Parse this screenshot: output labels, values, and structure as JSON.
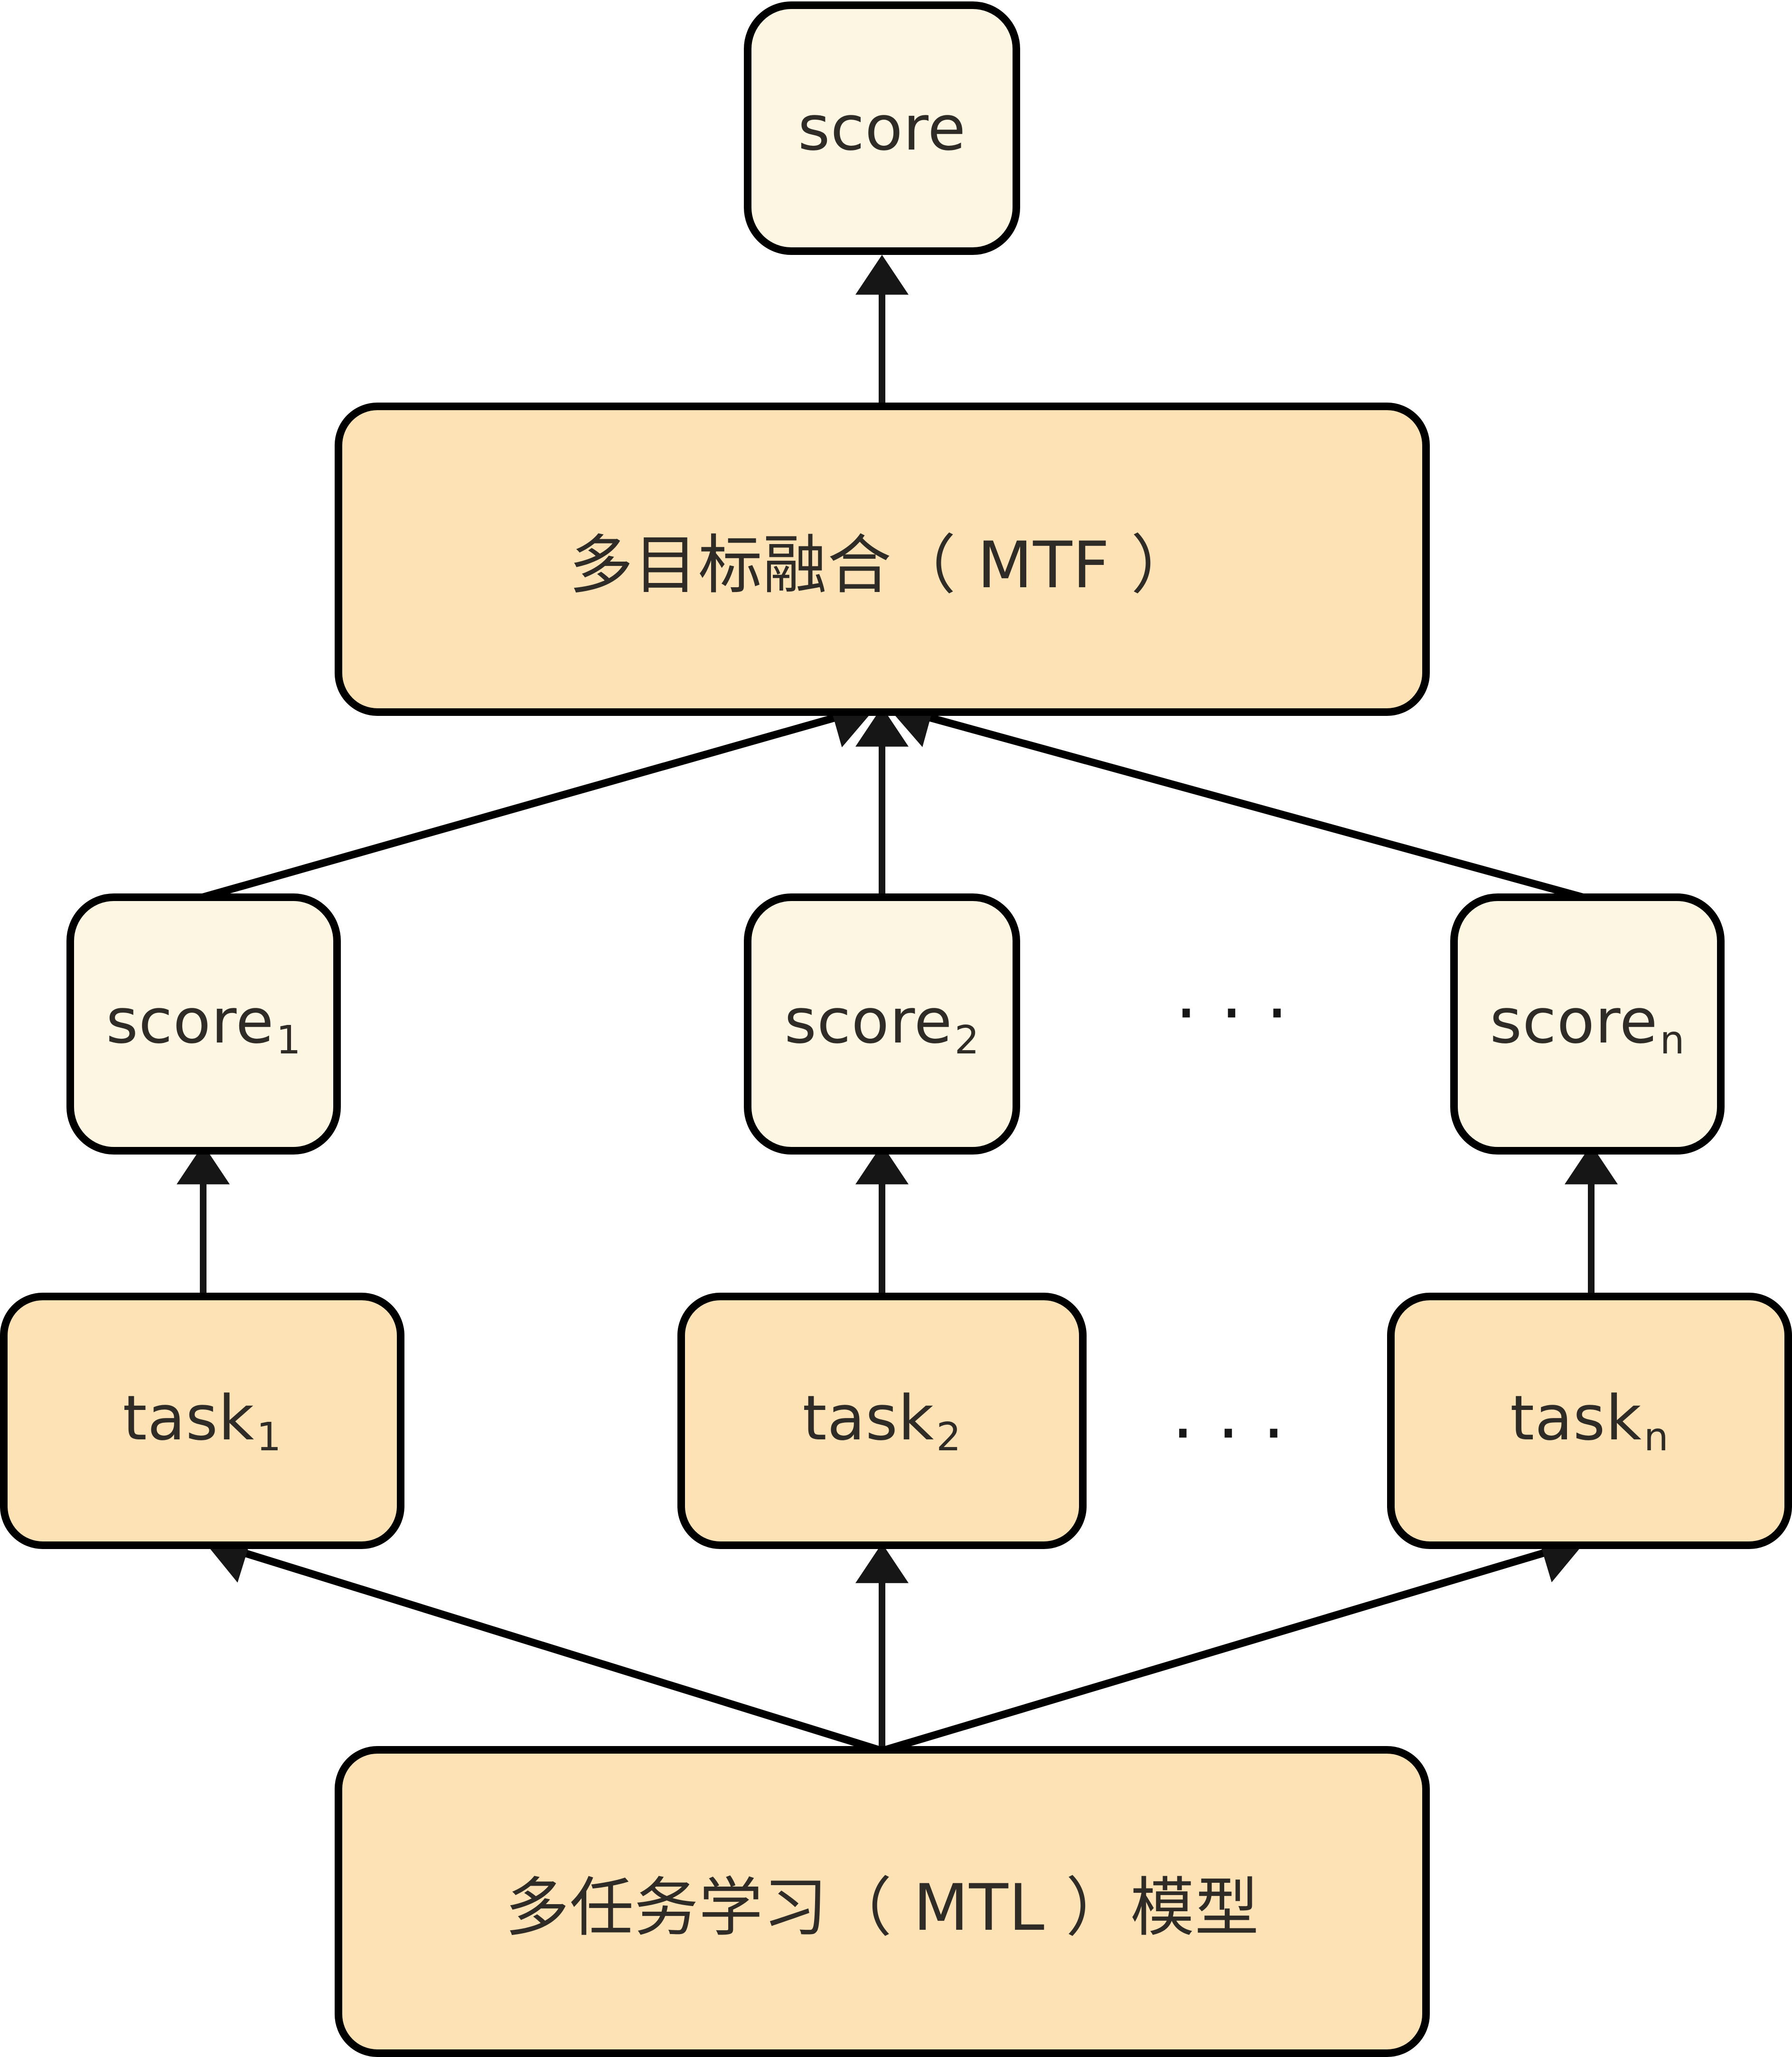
{
  "diagram": {
    "title": "MTL + MTF scoring pipeline",
    "colors": {
      "score_fill": "#fdf6e2",
      "task_fill": "#fde2b5",
      "border": "#000000",
      "text": "#2f2b26",
      "arrow": "#161616"
    },
    "final_score": {
      "label": "score"
    },
    "mtf": {
      "label": "多目标融合（ MTF ）"
    },
    "scores": [
      {
        "base": "score",
        "sub": "1"
      },
      {
        "base": "score",
        "sub": "2"
      },
      {
        "base": "score",
        "sub": "n"
      }
    ],
    "tasks": [
      {
        "base": "task",
        "sub": "1"
      },
      {
        "base": "task",
        "sub": "2"
      },
      {
        "base": "task",
        "sub": "n"
      }
    ],
    "ellipsis": "···",
    "mtl": {
      "label": "多任务学习（ MTL ）模型"
    },
    "edges": [
      {
        "from": "mtl",
        "to": "task1"
      },
      {
        "from": "mtl",
        "to": "task2"
      },
      {
        "from": "mtl",
        "to": "taskn"
      },
      {
        "from": "task1",
        "to": "score1"
      },
      {
        "from": "task2",
        "to": "score2"
      },
      {
        "from": "taskn",
        "to": "scoren"
      },
      {
        "from": "score1",
        "to": "mtf"
      },
      {
        "from": "score2",
        "to": "mtf"
      },
      {
        "from": "scoren",
        "to": "mtf"
      },
      {
        "from": "mtf",
        "to": "score"
      }
    ]
  }
}
